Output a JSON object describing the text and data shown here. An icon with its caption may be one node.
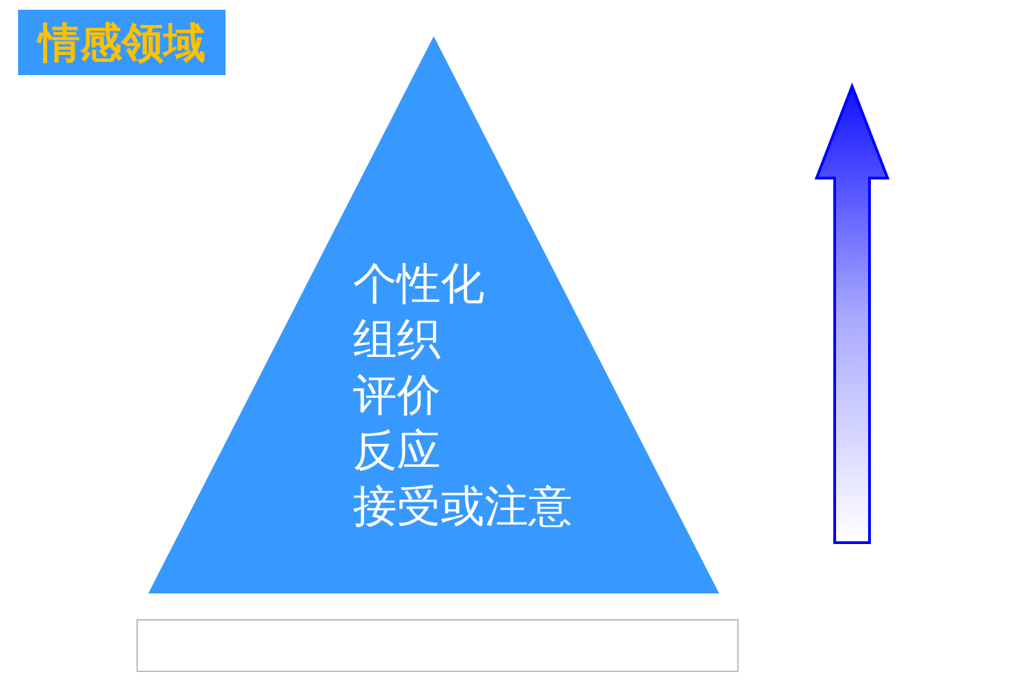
{
  "diagram": {
    "nodes": [
      {
        "text": [
          "情感领域"
        ]
      },
      {
        "text": [
          "个性化",
          "组织",
          "评价",
          "反应",
          "接受或注意"
        ]
      },
      {
        "text": [],
        "shape": "box"
      }
    ]
  }
}
